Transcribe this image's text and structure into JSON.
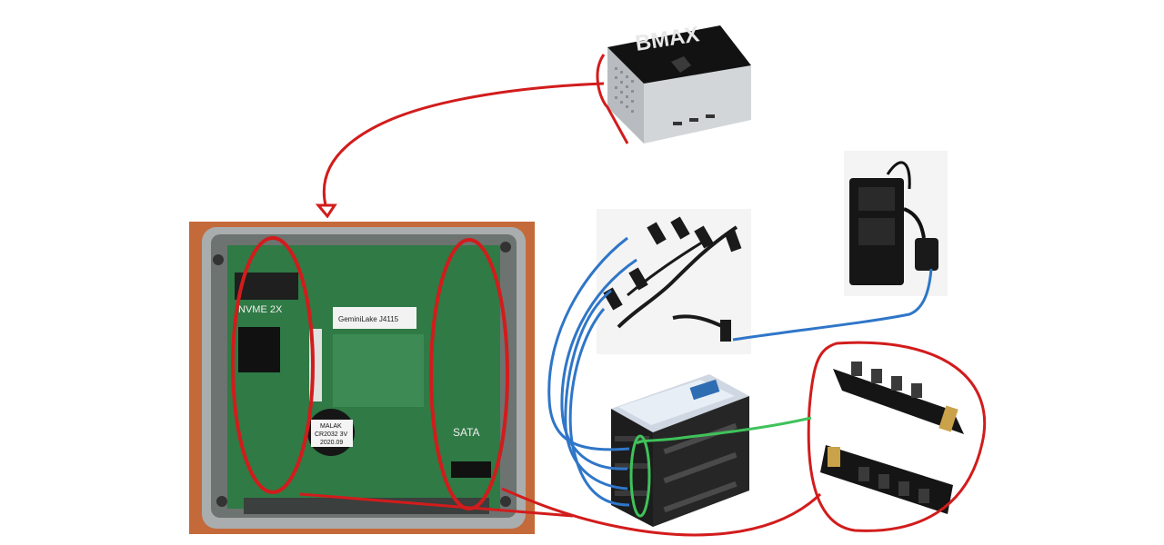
{
  "mini_pc": {
    "brand": "BMAX",
    "body_color": "#c9ccd0",
    "top_color": "#121212"
  },
  "motherboard": {
    "label_nvme": "NVME 2X",
    "label_sata": "SATA",
    "label_chip": "GeminiLake J4115",
    "battery_line1": "MALAK",
    "battery_line2": "CR2032 3V",
    "battery_line3": "2020.09",
    "pcb_color": "#2f7a45",
    "case_color": "#a9adad",
    "background_color": "#c46a3a"
  },
  "annotation_colors": {
    "red": "#d21c1c",
    "blue": "#2f76c8",
    "green": "#3fc25a"
  },
  "components": [
    {
      "name": "sata-power-splitter-cable"
    },
    {
      "name": "power-adapter"
    },
    {
      "name": "hdd-cage"
    },
    {
      "name": "m2-sata-adapter-cards"
    }
  ]
}
